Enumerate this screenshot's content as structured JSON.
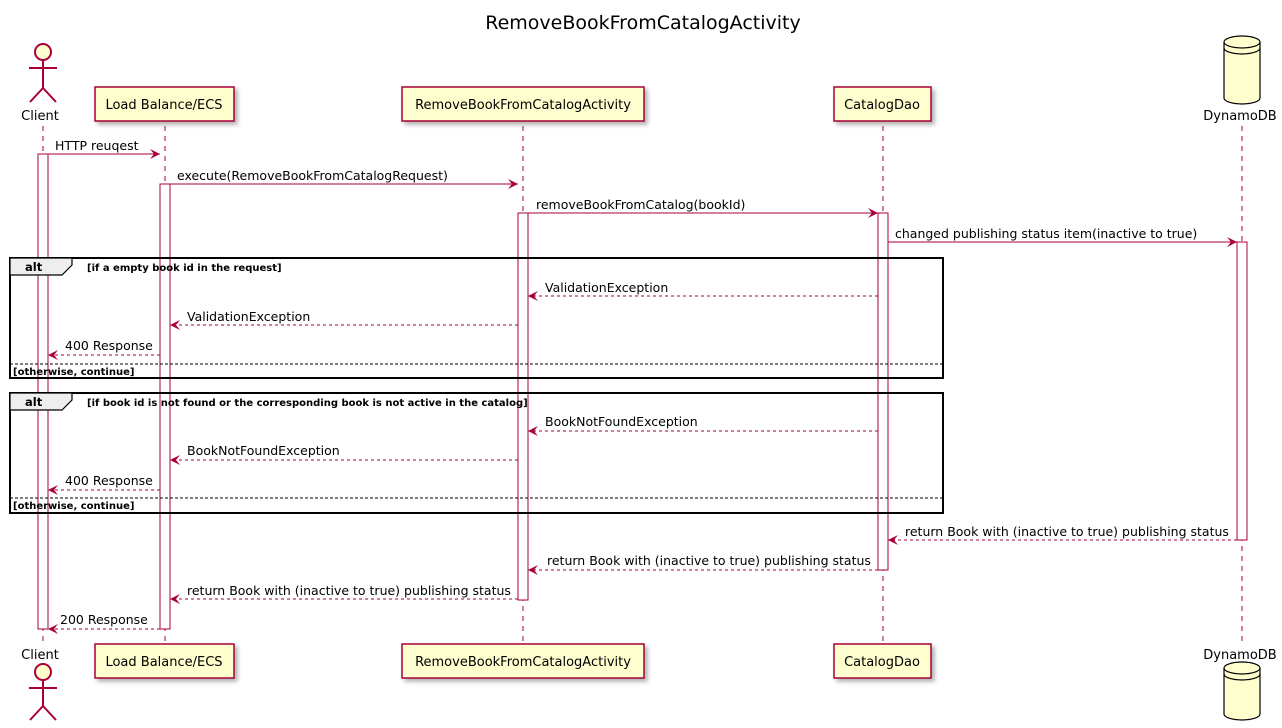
{
  "title": "RemoveBookFromCatalogActivity",
  "colors": {
    "accent": "#A80036",
    "participant_fill": "#FEFECE",
    "frame": "#000000"
  },
  "participants": [
    {
      "id": "client",
      "label": "Client",
      "kind": "actor"
    },
    {
      "id": "lb",
      "label": "Load Balance/ECS",
      "kind": "box"
    },
    {
      "id": "activity",
      "label": "RemoveBookFromCatalogActivity",
      "kind": "box"
    },
    {
      "id": "dao",
      "label": "CatalogDao",
      "kind": "box"
    },
    {
      "id": "db",
      "label": "DynamoDB",
      "kind": "database"
    }
  ],
  "messages": [
    {
      "from": "client",
      "to": "lb",
      "label": "HTTP reuqest",
      "type": "sync"
    },
    {
      "from": "lb",
      "to": "activity",
      "label": "execute(RemoveBookFromCatalogRequest)",
      "type": "sync"
    },
    {
      "from": "activity",
      "to": "dao",
      "label": "removeBookFromCatalog(bookId)",
      "type": "sync"
    },
    {
      "from": "dao",
      "to": "db",
      "label": "changed publishing status item(inactive to true)",
      "type": "sync"
    },
    {
      "from": "dao",
      "to": "activity",
      "label": "ValidationException",
      "type": "return"
    },
    {
      "from": "activity",
      "to": "lb",
      "label": "ValidationException",
      "type": "return"
    },
    {
      "from": "lb",
      "to": "client",
      "label": "400 Response",
      "type": "return"
    },
    {
      "from": "dao",
      "to": "activity",
      "label": "BookNotFoundException",
      "type": "return"
    },
    {
      "from": "activity",
      "to": "lb",
      "label": "BookNotFoundException",
      "type": "return"
    },
    {
      "from": "lb",
      "to": "client",
      "label": "400 Response",
      "type": "return"
    },
    {
      "from": "db",
      "to": "dao",
      "label": "return Book with (inactive to true) publishing status",
      "type": "return"
    },
    {
      "from": "dao",
      "to": "activity",
      "label": "return Book with (inactive to true) publishing status",
      "type": "return"
    },
    {
      "from": "activity",
      "to": "lb",
      "label": "return Book with (inactive to true) publishing status",
      "type": "return"
    },
    {
      "from": "lb",
      "to": "client",
      "label": "200 Response",
      "type": "return"
    }
  ],
  "fragments": [
    {
      "keyword": "alt",
      "condition": "[if a empty book id in the request]",
      "else_condition": "[otherwise, continue]"
    },
    {
      "keyword": "alt",
      "condition": "[if book id is not found or the corresponding book is not active in the catalog]",
      "else_condition": "[otherwise, continue]"
    }
  ]
}
